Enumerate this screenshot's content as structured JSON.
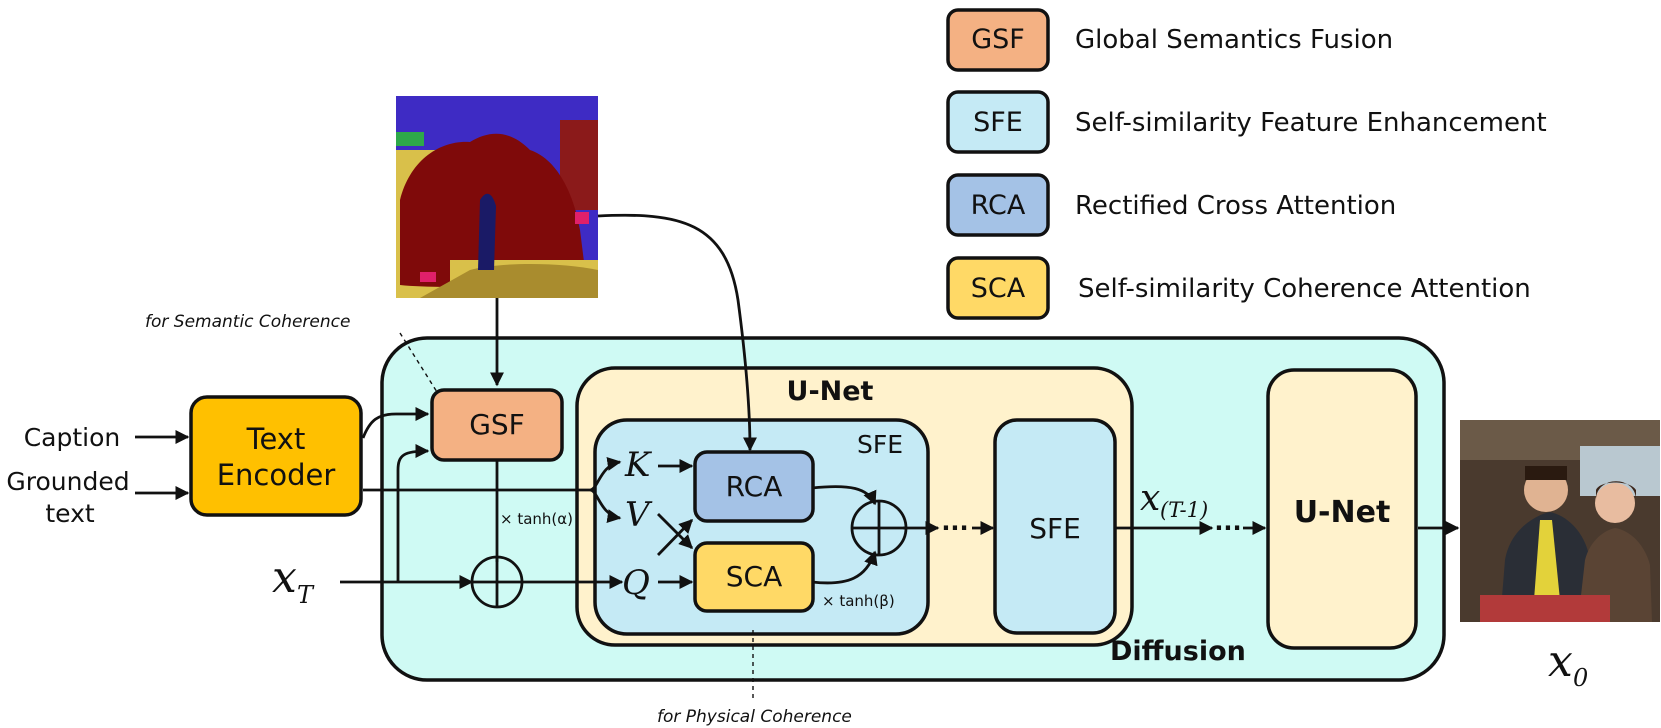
{
  "legend": [
    {
      "abbr": "GSF",
      "name": "Global Semantics Fusion",
      "color": "#F4B183"
    },
    {
      "abbr": "SFE",
      "name": "Self-similarity Feature Enhancement",
      "color": "#C5EAF5"
    },
    {
      "abbr": "RCA",
      "name": "Rectified Cross Attention",
      "color": "#A4C2E6"
    },
    {
      "abbr": "SCA",
      "name": "Self-similarity Coherence Attention",
      "color": "#FFD966"
    }
  ],
  "inputs": {
    "caption": "Caption",
    "grounded_line1": "Grounded",
    "grounded_line2": "text",
    "xt": "x",
    "xt_sub": "T"
  },
  "text_encoder": {
    "line1": "Text",
    "line2": "Encoder",
    "color": "#FFC000"
  },
  "diffusion": {
    "label": "Diffusion",
    "color": "#CFFAF4"
  },
  "unet": {
    "label": "U-Net",
    "color": "#FFF2CC"
  },
  "sfe_inner": {
    "label": "SFE"
  },
  "attention": {
    "k": "K",
    "v": "V",
    "q": "Q",
    "rca": "RCA",
    "sca": "SCA",
    "tanh_beta": "× tanh(β)"
  },
  "gsf": {
    "label": "GSF",
    "tanh_alpha": "× tanh(α)"
  },
  "sfe_block": {
    "label": "SFE"
  },
  "x_t1": {
    "main": "x",
    "sub": "(T-1)"
  },
  "unet_right": {
    "label": "U-Net"
  },
  "output": {
    "main": "x",
    "sub": "0"
  },
  "notes": {
    "semantic": "for Semantic Coherence",
    "physical": "for Physical Coherence"
  },
  "ellipsis": "···"
}
